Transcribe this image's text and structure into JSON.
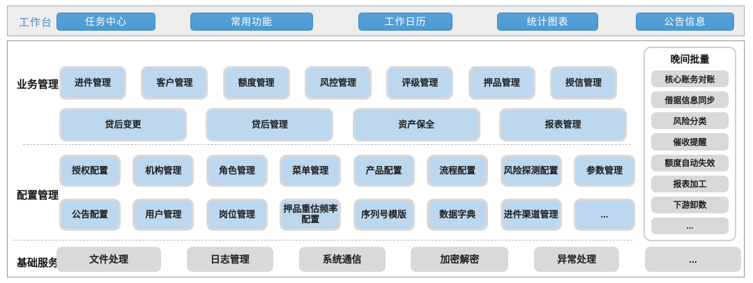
{
  "topbar": {
    "label": "工作台",
    "buttons": [
      "任务中心",
      "常用功能",
      "工作日历",
      "统计图表",
      "公告信息"
    ]
  },
  "business": {
    "label": "业务管理",
    "row1": [
      "进件管理",
      "客户管理",
      "额度管理",
      "风控管理",
      "评级管理",
      "押品管理",
      "授信管理"
    ],
    "row2": [
      "贷后变更",
      "贷后管理",
      "资产保全",
      "报表管理"
    ]
  },
  "config": {
    "label": "配置管理",
    "row1": [
      "授权配置",
      "机构管理",
      "角色管理",
      "菜单管理",
      "产品配置",
      "流程配置",
      "风险探测配置",
      "参数管理"
    ],
    "row2": [
      "公告配置",
      "用户管理",
      "岗位管理",
      "押品重估频率配置",
      "序列号模版",
      "数据字典",
      "进件渠道管理",
      "..."
    ]
  },
  "base": {
    "label": "基础服务",
    "items": [
      "文件处理",
      "日志管理",
      "系统通信",
      "加密解密",
      "异常处理",
      "..."
    ]
  },
  "night_batch": {
    "title": "晚间批量",
    "items": [
      "核心账务对账",
      "借据信息同步",
      "风险分类",
      "催收提醒",
      "额度自动失效",
      "报表加工",
      "下游卸数",
      "..."
    ]
  },
  "colors": {
    "accent_blue": "#4d9ad3",
    "label_blue": "#4a8fc7",
    "box_blue": "#bdd7ee",
    "box_gray": "#d9d9d9"
  }
}
